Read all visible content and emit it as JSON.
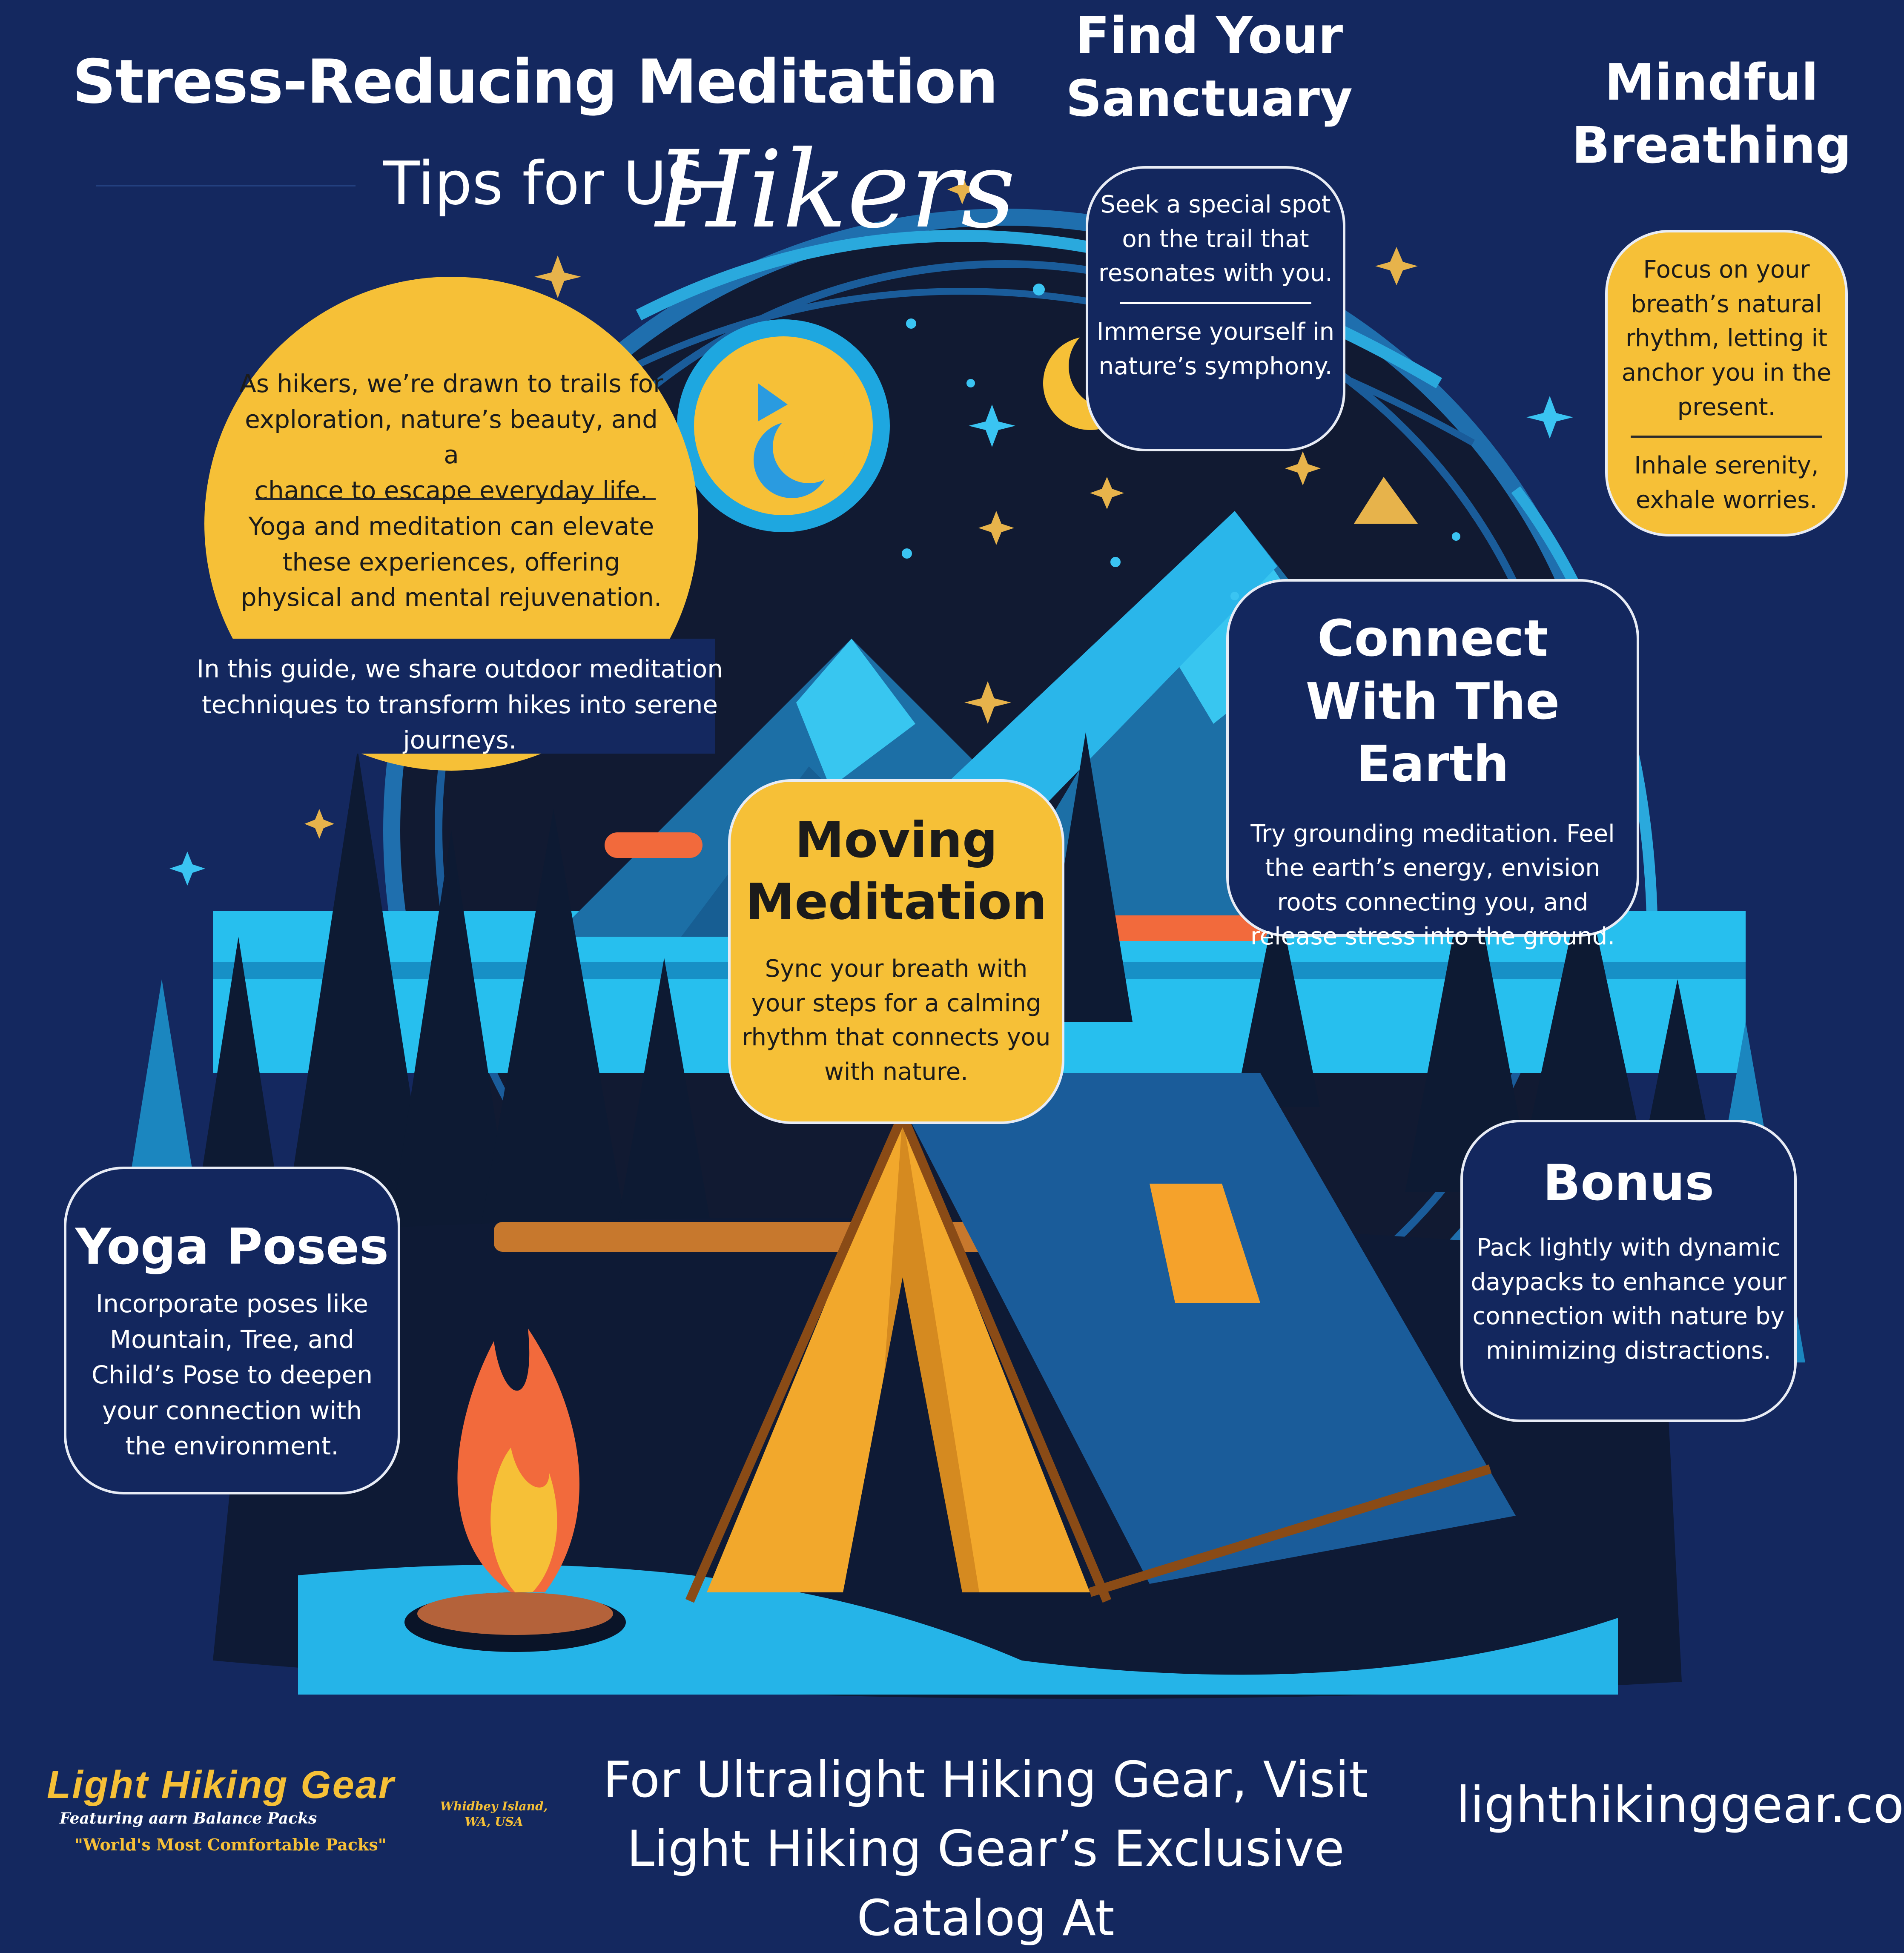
{
  "header": {
    "title": "Stress-Reducing Meditation",
    "subtitle_plain": "Tips for US",
    "subtitle_script": "Hikers"
  },
  "intro": {
    "paragraph_1": "As hikers, we’re drawn to trails for\nexploration, nature’s beauty, and a\nchance to escape everyday life.",
    "paragraph_2": "Yoga and meditation can elevate\nthese experiences, offering\nphysical and mental rejuvenation.",
    "paragraph_3": "In this guide, we share outdoor meditation\ntechniques to transform hikes into serene journeys."
  },
  "sections": {
    "sanctuary": {
      "heading": "Find Your\nSanctuary",
      "text_1": "Seek a special spot\non the trail that\nresonates with you.",
      "text_2": "Immerse yourself in\nnature’s symphony."
    },
    "breathing": {
      "heading": "Mindful\nBreathing",
      "text_1": "Focus on your\nbreath’s natural\nrhythm, letting it\nanchor you in the\npresent.",
      "text_2": "Inhale serenity,\nexhale worries."
    },
    "earth": {
      "heading": "Connect\nWith The Earth",
      "text": "Try grounding meditation. Feel\nthe earth’s energy, envision\nroots connecting you, and\nrelease stress into the ground."
    },
    "moving": {
      "heading": "Moving\nMeditation",
      "text": "Sync your breath with\nyour steps for a calming\nrhythm that connects you\nwith nature."
    },
    "yoga": {
      "heading": "Yoga Poses",
      "text": "Incorporate poses like\nMountain, Tree, and\nChild’s Pose to deepen\nyour connection with\nthe environment."
    },
    "bonus": {
      "heading": "Bonus",
      "text": "Pack lightly with dynamic\ndaypacks to enhance your\nconnection with nature by\nminimizing distractions."
    }
  },
  "footer": {
    "brand": "Light Hiking Gear",
    "featuring": "Featuring aarn Balance Packs",
    "tagline": "\"World's Most Comfortable Packs\"",
    "location": "Whidbey Island,\nWA, USA",
    "cta": "For Ultralight Hiking Gear, Visit Light Hiking Gear’s Exclusive Catalog At",
    "url": "lighthikinggear.com"
  },
  "colors": {
    "background": "#14285f",
    "accent_yellow": "#f6c037",
    "card_dark": "#13275e",
    "sky_cyan": "#29c2ee",
    "fire_orange": "#f26a3c"
  },
  "icons": [
    "moon-icon",
    "crescent-icon",
    "star-icon",
    "tent-icon",
    "campfire-icon",
    "pine-tree-icon",
    "mountain-icon"
  ]
}
